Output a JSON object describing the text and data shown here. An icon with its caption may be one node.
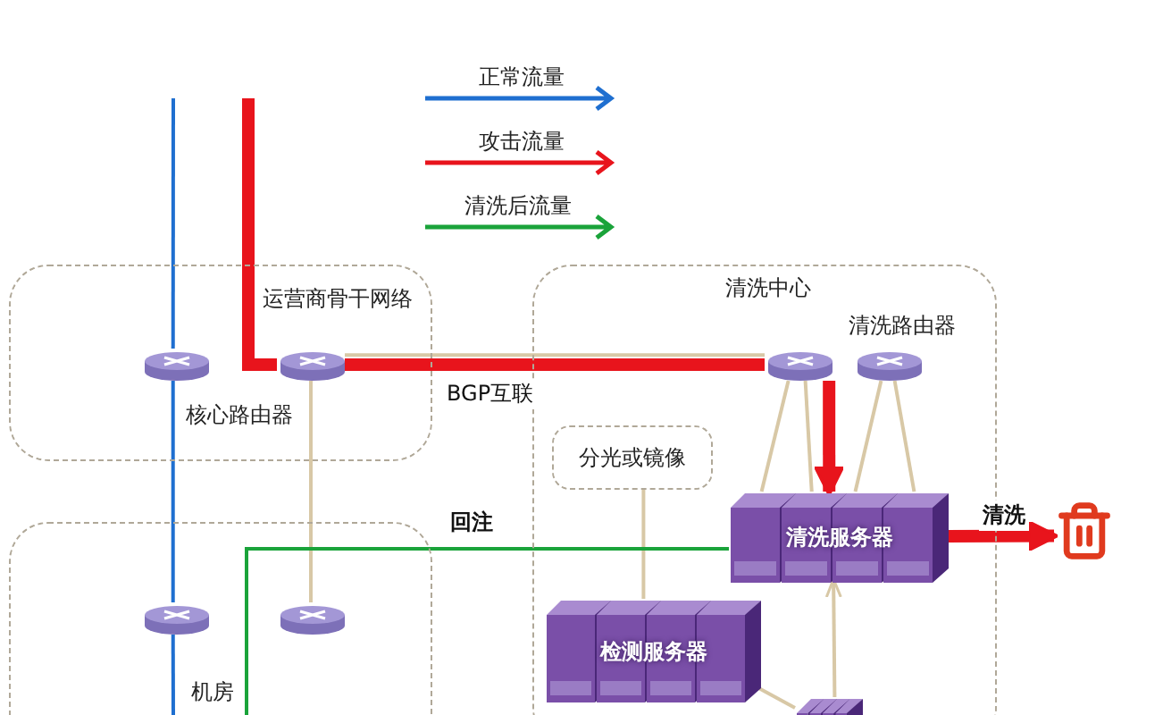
{
  "diagram": {
    "nodes": [
      {
        "text": [
          "运营商骨干网络"
        ]
      },
      {
        "text": [],
        "shape": "cylinder",
        "in": 0
      },
      {
        "text": [],
        "shape": "cylinder",
        "in": 0
      },
      {
        "text": [
          "机房"
        ]
      },
      {
        "text": [],
        "shape": "cylinder",
        "in": 3
      },
      {
        "text": [],
        "shape": "cylinder",
        "in": 3
      },
      {
        "text": [
          "清洗中心"
        ]
      },
      {
        "text": [],
        "shape": "cylinder",
        "in": 6
      },
      {
        "text": [],
        "shape": "cylinder",
        "in": 6,
        "beside": [
          "清洗路由器"
        ]
      },
      {
        "text": [
          "分光或镜像"
        ],
        "in": 6
      },
      {
        "text": [
          "清洗服务器"
        ],
        "in": 6
      },
      {
        "text": [
          "检测服务器"
        ],
        "in": 6
      },
      {
        "text": [],
        "shape": "box",
        "in": 6
      },
      {
        "text": [],
        "shape": "picture"
      }
    ],
    "edges": [
      {
        "from": null,
        "to": 1,
        "arrow": "none",
        "color": "#1f6fd0"
      },
      {
        "from": 1,
        "to": 4,
        "arrow": "none",
        "color": "#1f6fd0"
      },
      {
        "from": 4,
        "to": null,
        "arrow": "none",
        "color": "#1f6fd0"
      },
      {
        "from": null,
        "to": 2,
        "arrow": "none",
        "style": "thick",
        "color": "#e8141c"
      },
      {
        "from": 2,
        "to": 7,
        "arrow": "none",
        "style": "thick",
        "color": "#e8141c"
      },
      {
        "from": 7,
        "to": 10,
        "arrow": "to",
        "style": "thick",
        "color": "#e8141c"
      },
      {
        "from": 2,
        "to": 5,
        "arrow": "none"
      },
      {
        "from": 2,
        "to": 7,
        "arrow": "none",
        "label": "BGP互联"
      },
      {
        "from": 7,
        "to": 10,
        "arrow": "none"
      },
      {
        "from": 7,
        "to": 10,
        "arrow": "none"
      },
      {
        "from": 8,
        "to": 10,
        "arrow": "none"
      },
      {
        "from": 8,
        "to": 10,
        "arrow": "none"
      },
      {
        "from": 9,
        "to": 11,
        "arrow": "none"
      },
      {
        "from": 11,
        "to": 12,
        "arrow": "none"
      },
      {
        "from": 12,
        "to": 10,
        "arrow": "to"
      },
      {
        "from": 10,
        "to": null,
        "arrow": "none",
        "label": "回注",
        "color": "#1aa33a"
      },
      {
        "from": 10,
        "to": 13,
        "arrow": "to",
        "label": "清洗",
        "style": "thick",
        "color": "#e8141c"
      }
    ],
    "labels": [
      "核心路由器"
    ],
    "legend": [
      {
        "text": "正常流量"
      },
      {
        "text": "攻击流量"
      },
      {
        "text": "清洗后流量"
      }
    ]
  }
}
